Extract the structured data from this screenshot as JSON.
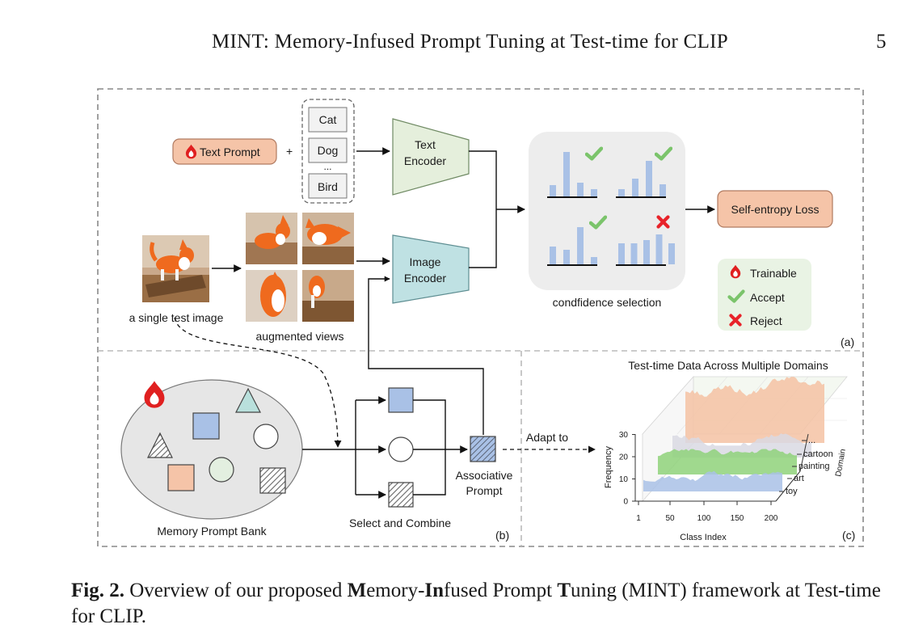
{
  "header": {
    "title": "MINT: Memory-Infused Prompt Tuning at Test-time for CLIP",
    "page_number": "5"
  },
  "panel_a": {
    "text_prompt": "Text Prompt",
    "plus": "+",
    "classes": [
      "Cat",
      "Dog",
      "...",
      "Bird"
    ],
    "text_encoder": [
      "Text",
      "Encoder"
    ],
    "image_encoder": [
      "Image",
      "Encoder"
    ],
    "single_test_image": "a single test image",
    "augmented_views": "augmented views",
    "confidence_selection": "condfidence selection",
    "self_entropy_loss": "Self-entropy Loss",
    "legend": {
      "trainable": "Trainable",
      "accept": "Accept",
      "reject": "Reject"
    },
    "tag": "(a)"
  },
  "panel_b": {
    "memory_prompt_bank": "Memory Prompt Bank",
    "select_and_combine": "Select and Combine",
    "associative_prompt": [
      "Associative",
      "Prompt"
    ],
    "tag": "(b)"
  },
  "adapt_to": "Adapt to",
  "panel_c": {
    "title": "Test-time Data Across Multiple Domains",
    "xlabel": "Class Index",
    "ylabel": "Frequency",
    "zlabel": "Domain",
    "xticks": [
      "1",
      "50",
      "100",
      "150",
      "200"
    ],
    "yticks": [
      "0",
      "10",
      "20",
      "30"
    ],
    "domains": [
      "...",
      "cartoon",
      "painting",
      "art",
      "toy"
    ],
    "tag": "(c)",
    "colors": {
      "toy": "#a9c1e6",
      "art": "#8fd27a",
      "painting": "#d9d9e3",
      "cartoon": "#f5c2a3"
    }
  },
  "caption": {
    "label": "Fig. 2.",
    "parts": [
      {
        "text": " Overview of our proposed ",
        "bold": false
      },
      {
        "text": "M",
        "bold": true
      },
      {
        "text": "emory-",
        "bold": false
      },
      {
        "text": "In",
        "bold": true
      },
      {
        "text": "fused Prompt ",
        "bold": false
      },
      {
        "text": "T",
        "bold": true
      },
      {
        "text": "uning (MINT) framework at Test-time for CLIP.",
        "bold": false
      }
    ]
  },
  "colors": {
    "text_prompt_fill": "#f5c4a8",
    "encoder_text_fill": "#e5efdc",
    "encoder_image_fill": "#bfe1e3",
    "bar_blue": "#a9c1e6",
    "accept_green": "#7bc46b",
    "reject_red": "#e8232a",
    "flame_red": "#e02020",
    "square_blue": "#a9c1e6",
    "triangle_teal": "#b9e0dc",
    "square_peach": "#f5c4a8",
    "circle_green": "#e3efe0",
    "bank_fill": "#e6e6e6",
    "legend_fill": "#e9f3e4",
    "selection_fill": "#ededed"
  }
}
